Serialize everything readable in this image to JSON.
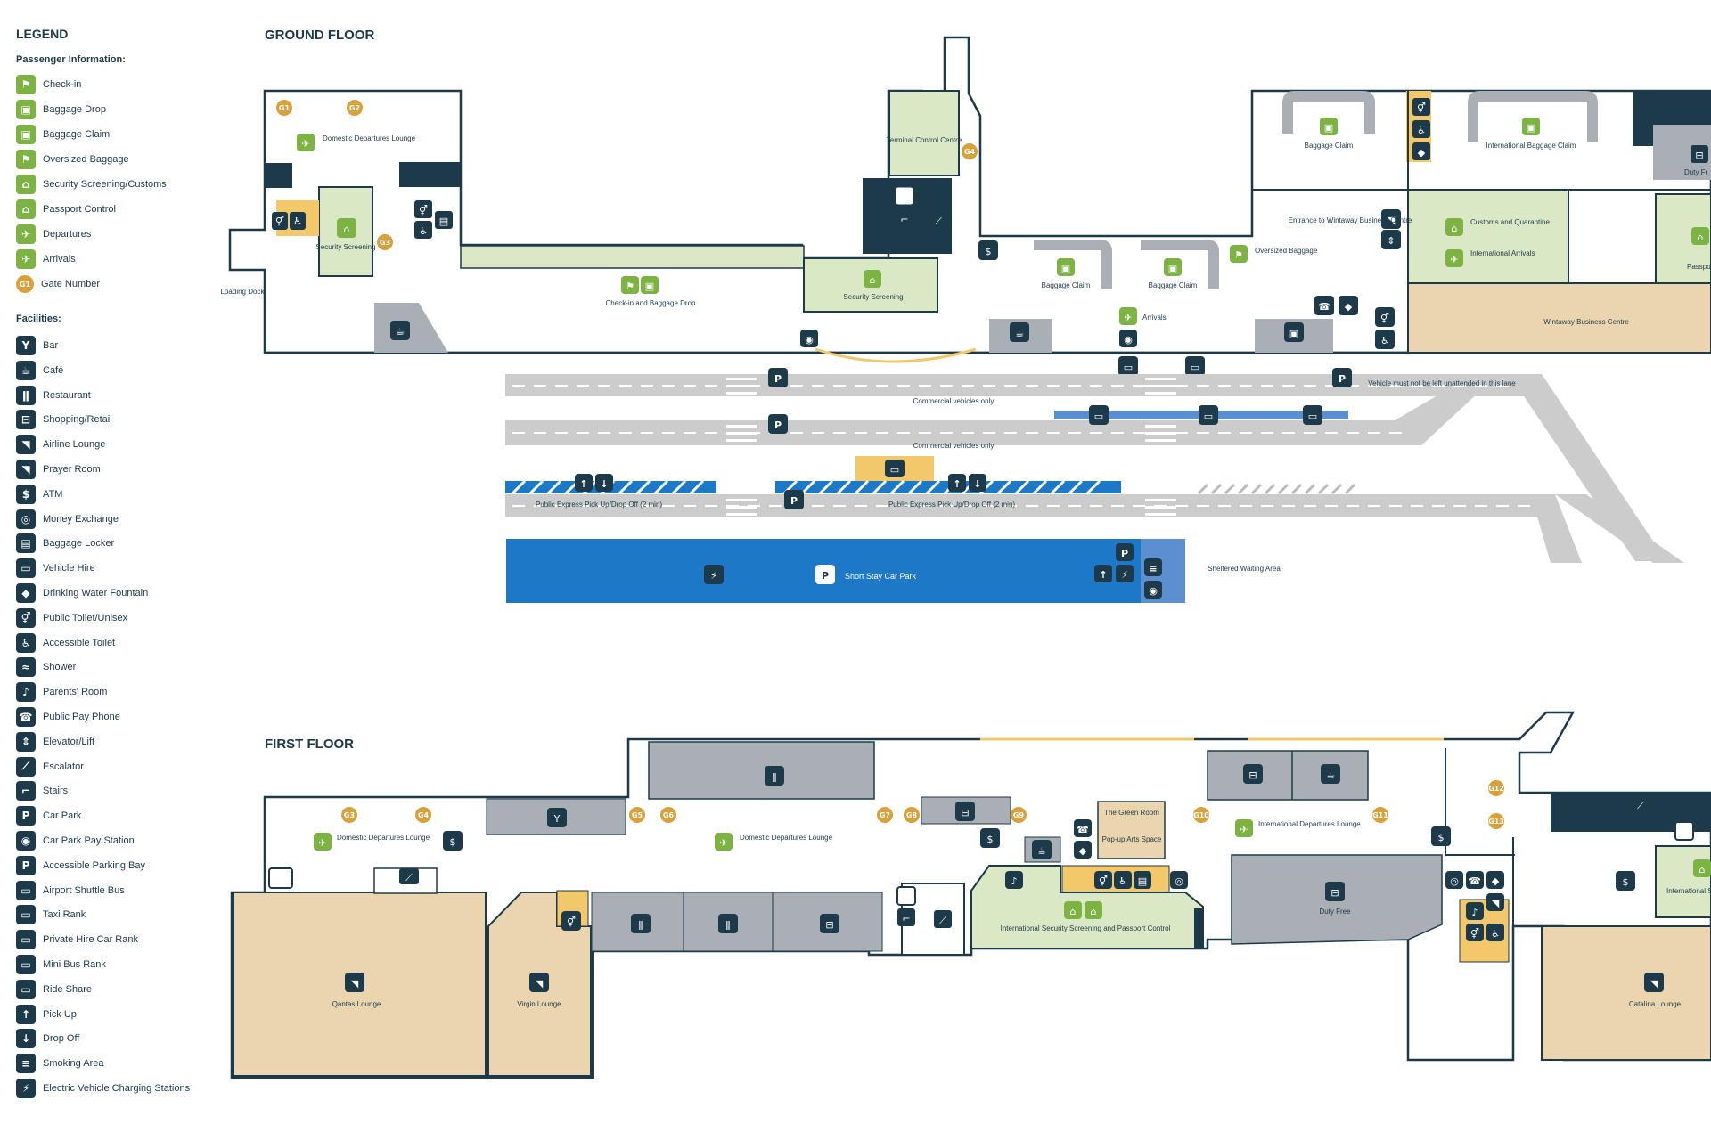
{
  "legend": {
    "title": "LEGEND",
    "passenger_heading": "Passenger Information:",
    "passenger_items": [
      {
        "label": "Check-in",
        "icon": "check-in-icon"
      },
      {
        "label": "Baggage Drop",
        "icon": "baggage-drop-icon"
      },
      {
        "label": "Baggage Claim",
        "icon": "baggage-claim-icon"
      },
      {
        "label": "Oversized Baggage",
        "icon": "oversized-baggage-icon"
      },
      {
        "label": "Security Screening/Customs",
        "icon": "security-screening-icon"
      },
      {
        "label": "Passport Control",
        "icon": "passport-control-icon"
      },
      {
        "label": "Departures",
        "icon": "departures-icon"
      },
      {
        "label": "Arrivals",
        "icon": "arrivals-icon"
      },
      {
        "label": "Gate Number",
        "icon": "gate-number-icon"
      }
    ],
    "facilities_heading": "Facilities:",
    "facility_items": [
      {
        "label": "Bar",
        "icon": "bar-icon"
      },
      {
        "label": "Café",
        "icon": "cafe-icon"
      },
      {
        "label": "Restaurant",
        "icon": "restaurant-icon"
      },
      {
        "label": "Shopping/Retail",
        "icon": "shopping-icon"
      },
      {
        "label": "Airline Lounge",
        "icon": "airline-lounge-icon"
      },
      {
        "label": "Prayer Room",
        "icon": "prayer-room-icon"
      },
      {
        "label": "ATM",
        "icon": "atm-icon"
      },
      {
        "label": "Money Exchange",
        "icon": "money-exchange-icon"
      },
      {
        "label": "Baggage Locker",
        "icon": "baggage-locker-icon"
      },
      {
        "label": "Vehicle Hire",
        "icon": "vehicle-hire-icon"
      },
      {
        "label": "Drinking Water Fountain",
        "icon": "water-fountain-icon"
      },
      {
        "label": "Public Toilet/Unisex",
        "icon": "toilet-icon"
      },
      {
        "label": "Accessible Toilet",
        "icon": "accessible-toilet-icon"
      },
      {
        "label": "Shower",
        "icon": "shower-icon"
      },
      {
        "label": "Parents' Room",
        "icon": "parents-room-icon"
      },
      {
        "label": "Public Pay Phone",
        "icon": "pay-phone-icon"
      },
      {
        "label": "Elevator/Lift",
        "icon": "elevator-icon"
      },
      {
        "label": "Escalator",
        "icon": "escalator-icon"
      },
      {
        "label": "Stairs",
        "icon": "stairs-icon"
      },
      {
        "label": "Car Park",
        "icon": "car-park-icon"
      },
      {
        "label": "Car Park Pay Station",
        "icon": "pay-station-icon"
      },
      {
        "label": "Accessible Parking Bay",
        "icon": "accessible-parking-icon"
      },
      {
        "label": "Airport Shuttle Bus",
        "icon": "shuttle-bus-icon"
      },
      {
        "label": "Taxi Rank",
        "icon": "taxi-icon"
      },
      {
        "label": "Private Hire Car Rank",
        "icon": "private-hire-icon"
      },
      {
        "label": "Mini Bus Rank",
        "icon": "mini-bus-icon"
      },
      {
        "label": "Ride Share",
        "icon": "ride-share-icon"
      },
      {
        "label": "Pick Up",
        "icon": "pick-up-icon"
      },
      {
        "label": "Drop Off",
        "icon": "drop-off-icon"
      },
      {
        "label": "Smoking Area",
        "icon": "smoking-icon"
      },
      {
        "label": "Electric Vehicle Charging Stations",
        "icon": "ev-charging-icon"
      }
    ]
  },
  "ground_floor": {
    "title": "GROUND FLOOR",
    "labels": {
      "domestic_departures_lounge": "Domestic Departures Lounge",
      "security_screening_left": "Security Screening",
      "loading_dock": "Loading Dock",
      "check_in_baggage_drop": "Check-in and Baggage Drop",
      "terminal_control_centre": "Terminal Control Centre",
      "security_screening_center": "Security Screening",
      "baggage_claim_1": "Baggage Claim",
      "baggage_claim_2": "Baggage Claim",
      "baggage_claim_3": "Baggage Claim",
      "international_baggage_claim": "International Baggage Claim",
      "oversized_baggage": "Oversized Baggage",
      "entrance_business_centre": "Entrance to Wintaway Business Centre",
      "customs_quarantine": "Customs and Quarantine",
      "international_arrivals": "International Arrivals",
      "arrivals": "Arrivals",
      "business_centre": "Wintaway Business Centre",
      "duty_free": "Duty Fr",
      "passport_control": "Passport Contr",
      "commercial_vehicles_1": "Commercial vehicles only",
      "commercial_vehicles_2": "Commercial vehicles only",
      "vehicle_notice": "Vehicle must not be left unattended in this lane",
      "express_pickup_left": "Public Express Pick Up/Drop Off (2 min)",
      "express_pickup_right": "Public Express Pick Up/Drop Off (2 min)",
      "short_stay_car_park": "Short Stay Car Park",
      "sheltered_waiting": "Sheltered Waiting Area"
    },
    "gates": [
      "G1",
      "G2",
      "G3",
      "G4"
    ]
  },
  "first_floor": {
    "title": "FIRST FLOOR",
    "labels": {
      "domestic_departures_lounge_left": "Domestic Departures Lounge",
      "domestic_departures_lounge_center": "Domestic Departures Lounge",
      "international_departures_lounge": "International Departures Lounge",
      "the_green_room": "The Green Room",
      "popup_arts_space": "Pop-up Arts Space",
      "intl_security_passport": "International Security Screening and Passport Control",
      "duty_free": "Duty Free",
      "qantas_lounge": "Qantas Lounge",
      "virgin_lounge": "Virgin Lounge",
      "catalina_lounge": "Catalina Lounge",
      "international_screening": "International Scree"
    },
    "gates": [
      "G3",
      "G4",
      "G5",
      "G6",
      "G7",
      "G8",
      "G9",
      "G10",
      "G11",
      "G12",
      "G13"
    ]
  },
  "colors": {
    "outline": "#1d3a4a",
    "lounge_tan": "#ebd5ae",
    "light_green": "#dbe8c5",
    "grey": "#a9afb5",
    "blue": "#1e78c8",
    "road": "#cccccc",
    "green_icon": "#7cb342",
    "gate_gold": "#d9a13b",
    "yellow": "#f2c86a"
  }
}
